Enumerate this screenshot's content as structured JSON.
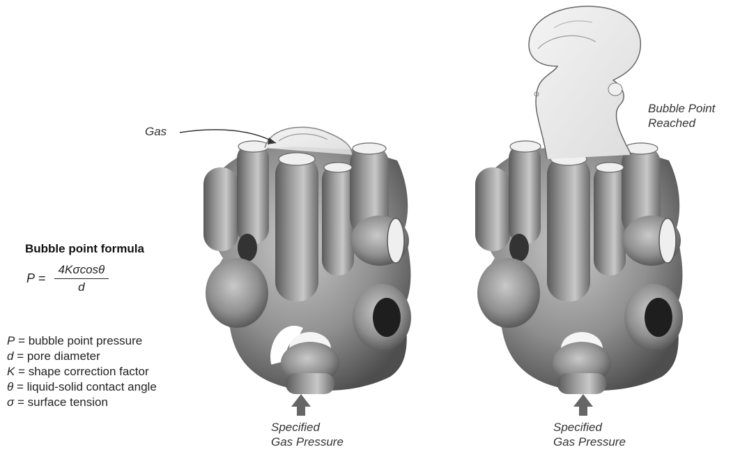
{
  "formula": {
    "title": "Bubble point formula",
    "lhs_var": "P",
    "lhs_eq": " =",
    "numerator": "4Kσcosθ",
    "denominator": "d"
  },
  "legend": [
    {
      "symbol": "P",
      "text": " = bubble point pressure"
    },
    {
      "symbol": "d",
      "text": " = pore diameter"
    },
    {
      "symbol": "K",
      "text": " = shape correction factor"
    },
    {
      "symbol": "θ",
      "text": " = liquid-solid contact angle"
    },
    {
      "symbol": "σ",
      "text": " = surface tension"
    }
  ],
  "left_panel": {
    "gas_label": "Gas",
    "pressure_label_line1": "Specified",
    "pressure_label_line2": "Gas Pressure"
  },
  "right_panel": {
    "bubble_label_line1": "Bubble Point",
    "bubble_label_line2": "Reached",
    "pressure_label_line1": "Specified",
    "pressure_label_line2": "Gas Pressure"
  }
}
